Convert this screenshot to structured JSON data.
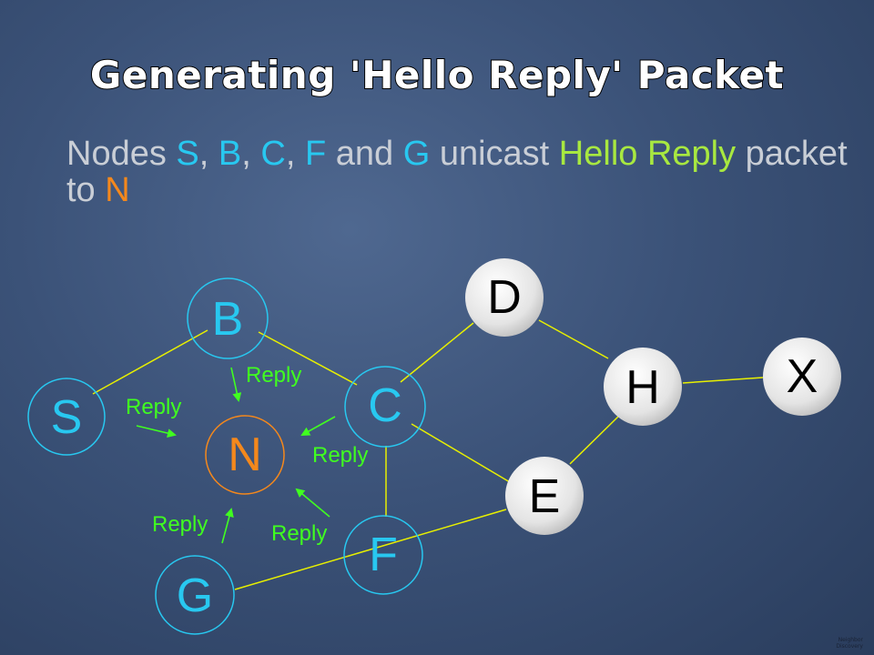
{
  "title": "Generating 'Hello Reply' Packet",
  "subtitle": {
    "t1": "Nodes ",
    "s": "S",
    "sep1": ", ",
    "b": "B",
    "sep2": ", ",
    "c": "C",
    "sep3": ", ",
    "f": "F",
    "and": " and ",
    "g": "G",
    "unicast": " unicast ",
    "hello_reply": "Hello Reply",
    "packet_to": " packet to ",
    "n": "N"
  },
  "colors": {
    "cyan": "#28c8f0",
    "green": "#a8e840",
    "orange": "#f4881c",
    "edge": "#e8f000",
    "arrow": "#40ff20"
  },
  "nodes": {
    "s": "S",
    "b": "B",
    "c": "C",
    "d": "D",
    "e": "E",
    "f": "F",
    "g": "G",
    "h": "H",
    "x": "X",
    "n": "N"
  },
  "reply_labels": {
    "from_b": "Reply",
    "from_s": "Reply",
    "from_c": "Reply",
    "from_g": "Reply",
    "from_f": "Reply"
  },
  "footer": "Neighbor Discovery"
}
